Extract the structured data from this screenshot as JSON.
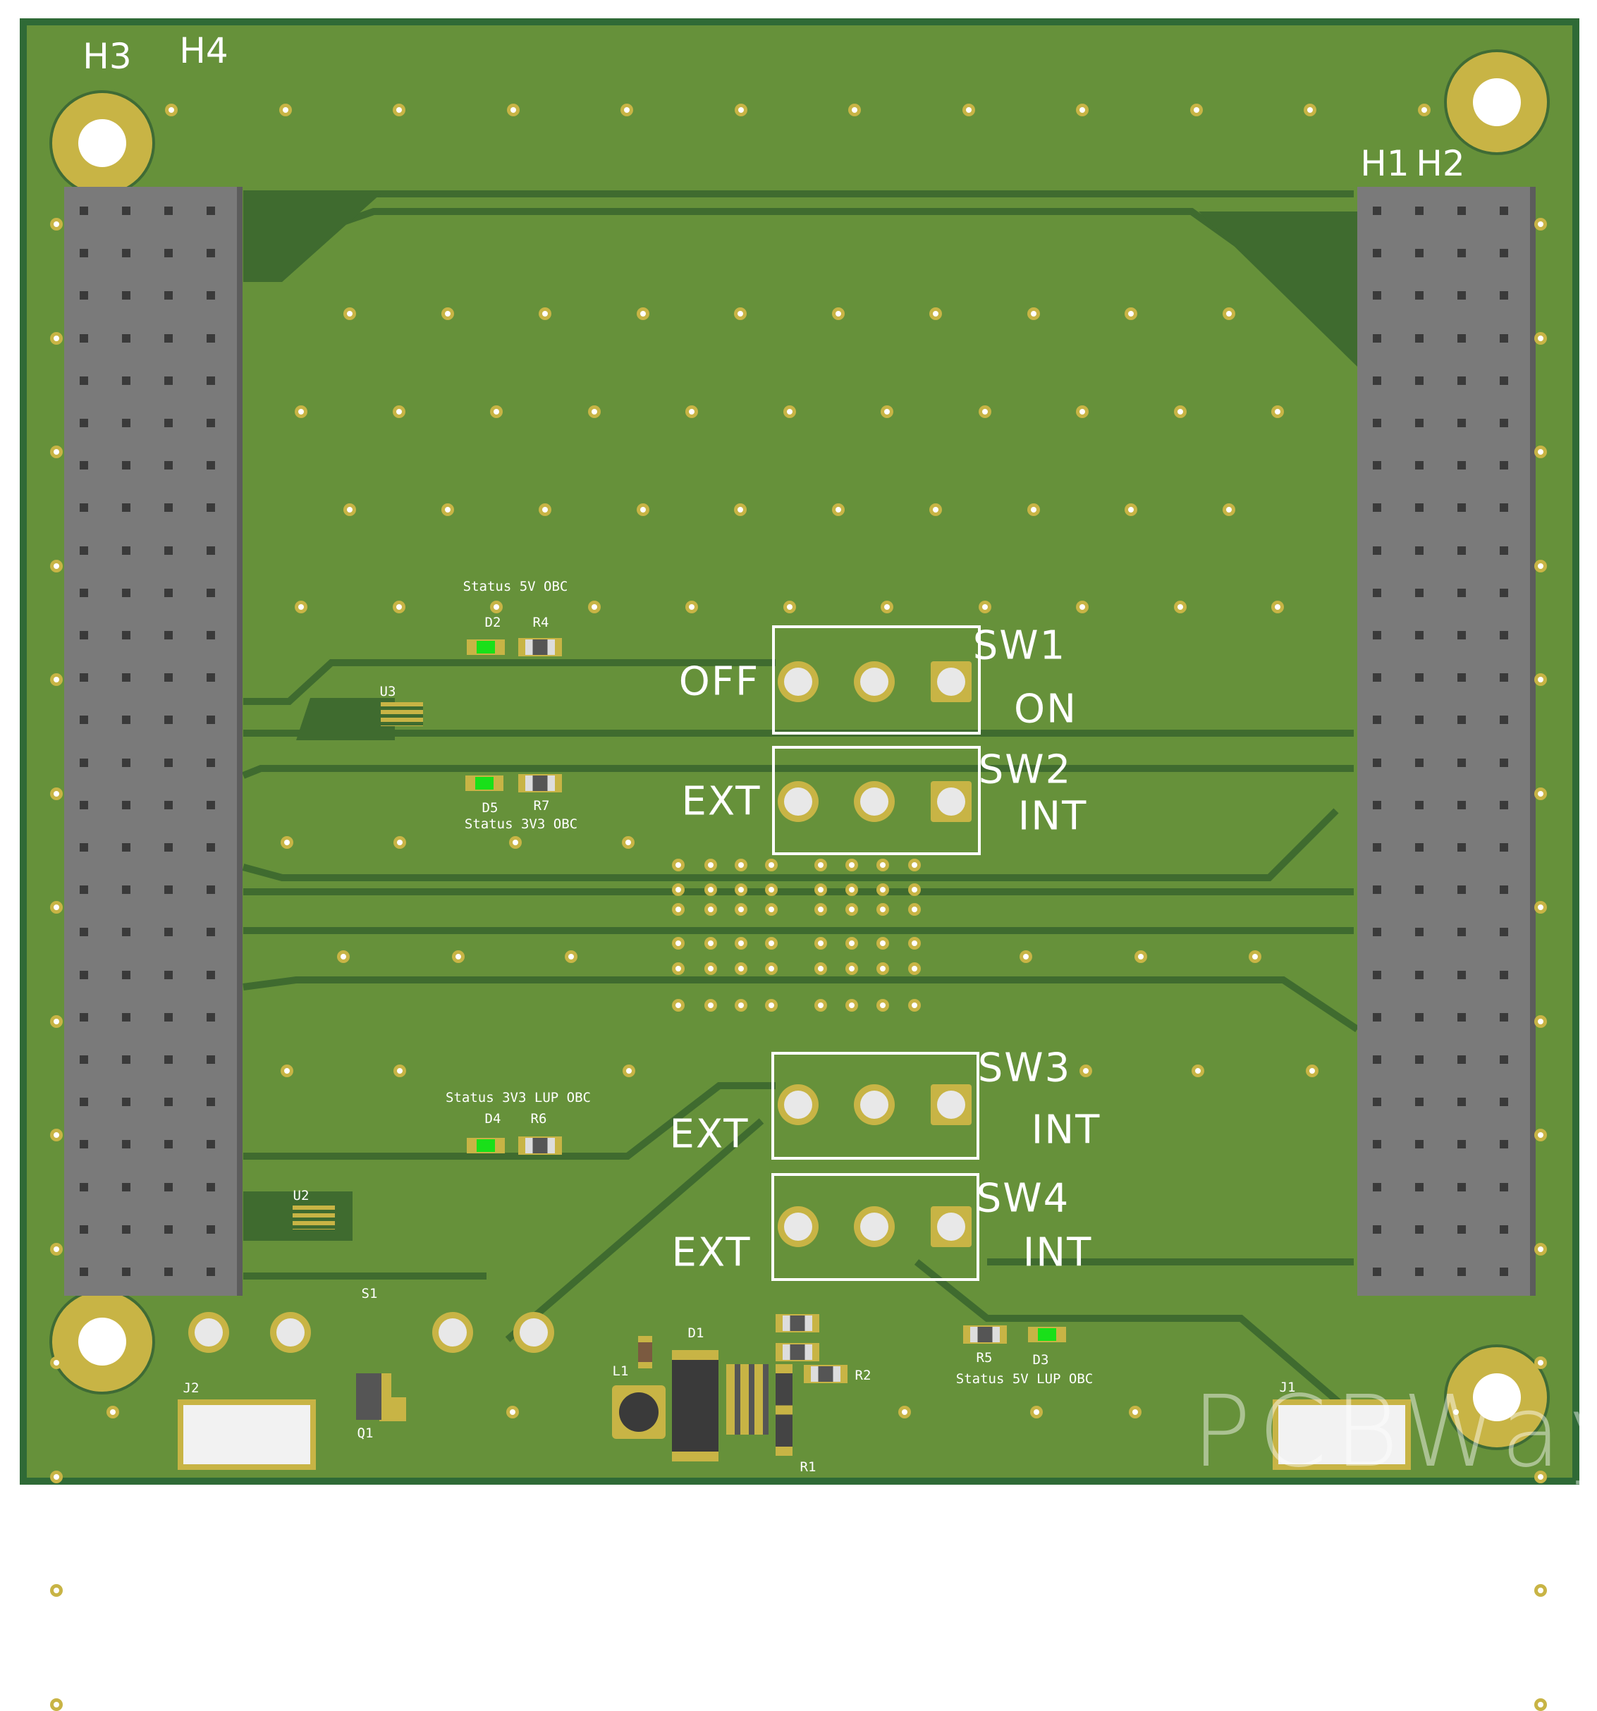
{
  "board": {
    "header_labels": {
      "h3": "H3",
      "h4": "H4",
      "h1": "H1",
      "h2": "H2"
    },
    "switches": [
      {
        "ref": "SW1",
        "left_label": "OFF",
        "right_label": "ON"
      },
      {
        "ref": "SW2",
        "left_label": "EXT",
        "right_label": "INT"
      },
      {
        "ref": "SW3",
        "left_label": "EXT",
        "right_label": "INT"
      },
      {
        "ref": "SW4",
        "left_label": "EXT",
        "right_label": "INT"
      }
    ],
    "status_labels": {
      "status_5v_obc": "Status 5V OBC",
      "status_3v3_obc": "Status 3V3 OBC",
      "status_3v3_lup_obc": "Status 3V3 LUP OBC",
      "status_5v_lup_obc": "Status 5V LUP OBC"
    },
    "refdes": {
      "d2": "D2",
      "r4": "R4",
      "u3": "U3",
      "d5": "D5",
      "r7": "R7",
      "d4": "D4",
      "r6": "R6",
      "u2": "U2",
      "s1": "S1",
      "j2": "J2",
      "q1": "Q1",
      "l1": "L1",
      "d1": "D1",
      "r2": "R2",
      "r1": "R1",
      "r5": "R5",
      "d3": "D3",
      "j1": "J1"
    },
    "colors": {
      "board": "#66913a",
      "edge": "#2f6a36",
      "copper": "#c8b445",
      "trace": "#3f6b2f",
      "led": "#19e019"
    },
    "watermark": "PCBWay"
  }
}
